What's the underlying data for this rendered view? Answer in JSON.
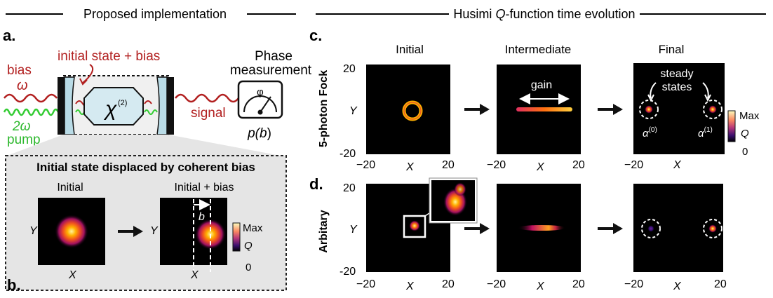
{
  "headers": {
    "left": "Proposed implementation",
    "right_pre": "Husimi ",
    "right_q": "Q",
    "right_post": "-function time evolution"
  },
  "panels": {
    "a": "a.",
    "b": "b.",
    "c": "c.",
    "d": "d."
  },
  "setup": {
    "bias": "bias",
    "omega": "ω",
    "two_omega": "2ω",
    "pump": "pump",
    "initial_state_bias": "initial state + bias",
    "chi_base": "χ",
    "chi_sup": "(2)",
    "signal": "signal",
    "phase_1": "Phase",
    "phase_2": "measurement",
    "phi": "φ",
    "p_pre": "p(",
    "p_b": "b",
    "p_post": ")"
  },
  "inset_b": {
    "title": "Initial state displaced by coherent bias",
    "initial": "Initial",
    "initial_bias": "Initial + bias",
    "y": "Y",
    "x": "X",
    "b": "b",
    "cb_max": "Max",
    "cb_q": "Q",
    "cb_zero": "0"
  },
  "grid": {
    "col_initial": "Initial",
    "col_intermediate": "Intermediate",
    "col_final": "Final",
    "row_c": "5-photon Fock",
    "row_d": "Arbitary",
    "y": "Y",
    "x": "X",
    "tick_pos": "20",
    "tick_neg": "−20",
    "tick_neg2": "-20",
    "gain": "gain",
    "steady_1": "steady",
    "steady_2": "states",
    "alpha": "α",
    "alpha0": "(0)",
    "alpha1": "(1)",
    "cb_max": "Max",
    "cb_q": "Q",
    "cb_zero": "0"
  },
  "colors": {
    "bias_red": "#b22020",
    "pump_green": "#33cc33",
    "pump_text": "#2db82d",
    "mirror": "#b9dbe6",
    "crystal": "#d5eaf1"
  }
}
